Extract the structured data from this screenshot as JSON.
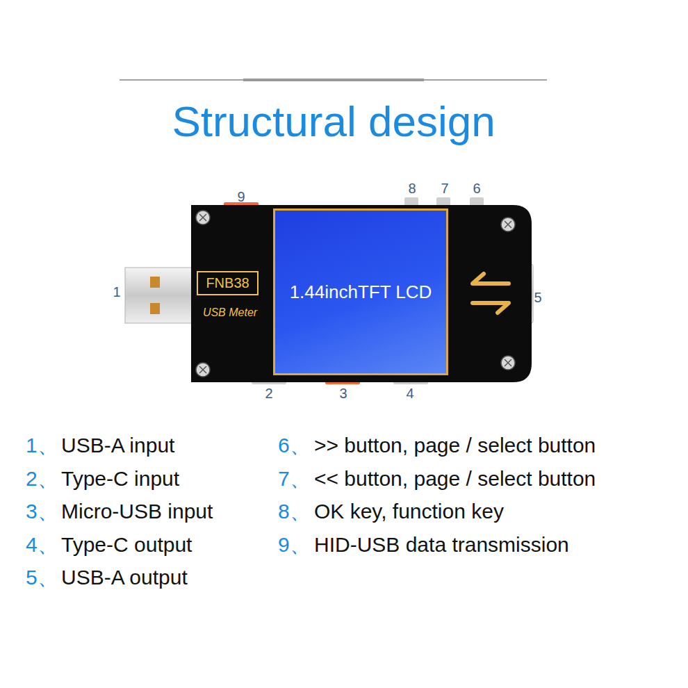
{
  "diagram": {
    "title": "Structural design",
    "nodes": [
      {
        "text": [
          "FNB38"
        ]
      },
      {
        "text": [
          "1.44inchTFT LCD"
        ]
      }
    ],
    "labels": [
      "9",
      "8",
      "7",
      "6",
      "1",
      "5",
      "2",
      "3",
      "4",
      "USB Meter",
      "1、",
      "USB-A input",
      "6、",
      ">> button, page / select button",
      "2、",
      "Type-C input",
      "7、",
      "<< button, page / select button",
      "3、",
      "Micro-USB input",
      "8、",
      "OK key, function key",
      "4、",
      "Type-C output",
      "9、",
      "HID-USB data transmission",
      "5、",
      "USB-A output"
    ]
  }
}
